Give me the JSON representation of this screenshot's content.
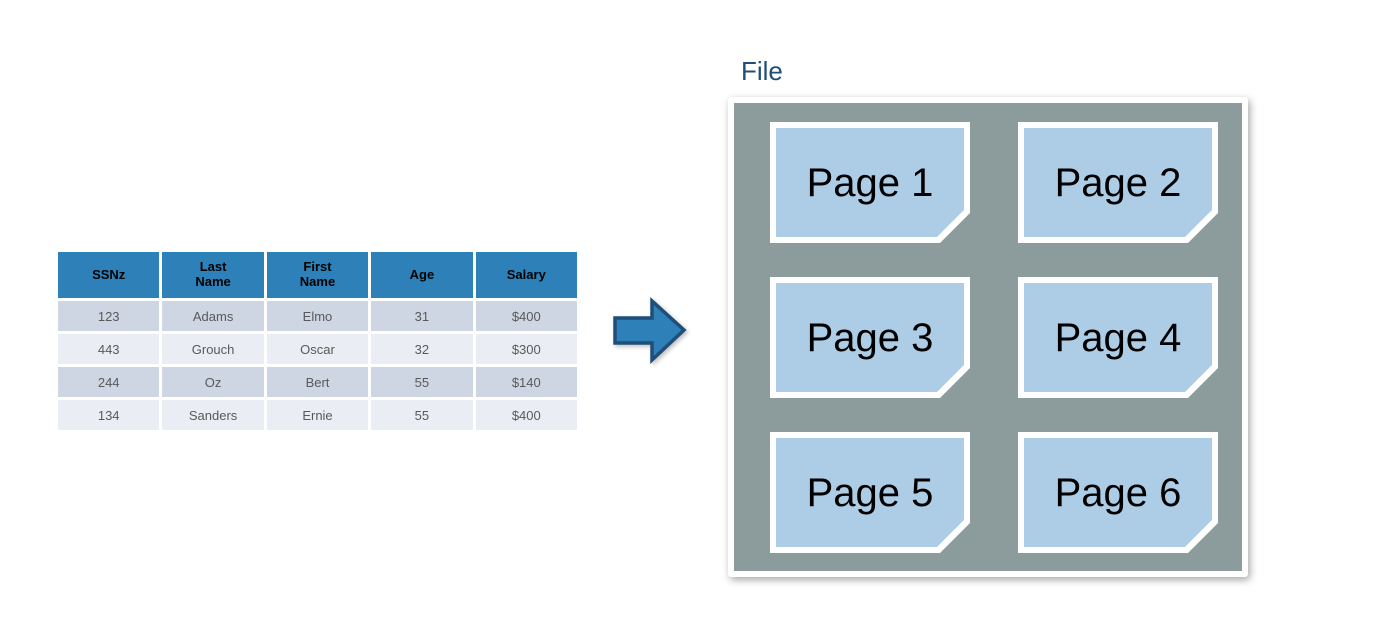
{
  "table": {
    "columns": [
      "SSNz",
      "Last\nName",
      "First\nName",
      "Age",
      "Salary"
    ],
    "rows": [
      [
        "123",
        "Adams",
        "Elmo",
        "31",
        "$400"
      ],
      [
        "443",
        "Grouch",
        "Oscar",
        "32",
        "$300"
      ],
      [
        "244",
        "Oz",
        "Bert",
        "55",
        "$140"
      ],
      [
        "134",
        "Sanders",
        "Ernie",
        "55",
        "$400"
      ]
    ]
  },
  "arrow": {
    "direction": "right"
  },
  "file": {
    "title": "File",
    "pages": [
      "Page 1",
      "Page 2",
      "Page 3",
      "Page 4",
      "Page 5",
      "Page 6"
    ]
  },
  "colors": {
    "table_header_blue": "#2E80B9",
    "table_row_dark": "#CDD6E2",
    "table_row_light": "#EAEEF4",
    "table_text_grey": "#595959",
    "arrow_fill": "#2E81B8",
    "arrow_outline": "#1F4E79",
    "file_label_blue": "#1F4E79",
    "file_box_grey": "#8C9B9B",
    "page_blue": "#ADCDE6"
  }
}
